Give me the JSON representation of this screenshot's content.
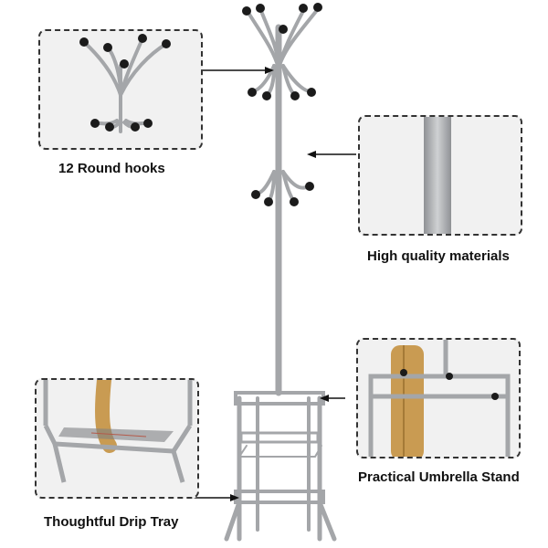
{
  "features": [
    {
      "id": "hooks",
      "label": "12 Round hooks"
    },
    {
      "id": "materials",
      "label": "High quality materials"
    },
    {
      "id": "umbrella",
      "label": "Practical Umbrella Stand"
    },
    {
      "id": "drip",
      "label": "Thoughtful Drip Tray"
    }
  ],
  "colors": {
    "frame": "#a4a6a9",
    "frame_dark": "#7e8084",
    "ball": "#1b1b1b",
    "umbrella": "#c99b52",
    "panel_bg": "#f1f1f1",
    "text": "#111111"
  }
}
